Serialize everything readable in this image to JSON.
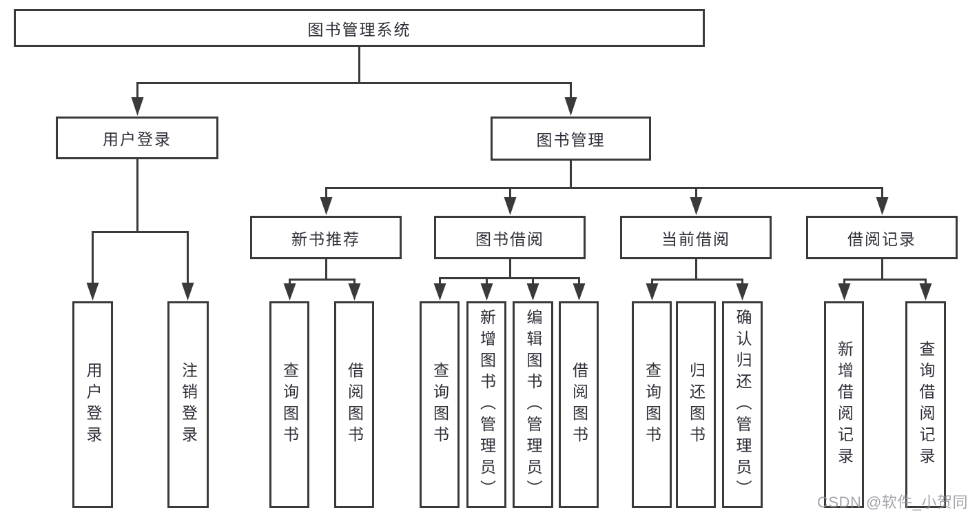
{
  "tree": {
    "label": "图书管理系统",
    "children": [
      {
        "label": "用户登录",
        "children": [
          {
            "label": "用户登录"
          },
          {
            "label": "注销登录"
          }
        ]
      },
      {
        "label": "图书管理",
        "children": [
          {
            "label": "新书推荐",
            "children": [
              {
                "label": "查询图书"
              },
              {
                "label": "借阅图书"
              }
            ]
          },
          {
            "label": "图书借阅",
            "children": [
              {
                "label": "查询图书"
              },
              {
                "label": "新增图书（管理员）"
              },
              {
                "label": "编辑图书（管理员）"
              },
              {
                "label": "借阅图书"
              }
            ]
          },
          {
            "label": "当前借阅",
            "children": [
              {
                "label": "查询图书"
              },
              {
                "label": "归还图书"
              },
              {
                "label": "确认归还（管理员）"
              }
            ]
          },
          {
            "label": "借阅记录",
            "children": [
              {
                "label": "新增借阅记录"
              },
              {
                "label": "查询借阅记录"
              }
            ]
          }
        ]
      }
    ]
  },
  "watermark": {
    "text": "CSDN @软件_小贺同学"
  },
  "colors": {
    "line": "#3a3a3a",
    "text": "#2e2e38",
    "background": "#ffffff",
    "watermark": "#94949d"
  }
}
